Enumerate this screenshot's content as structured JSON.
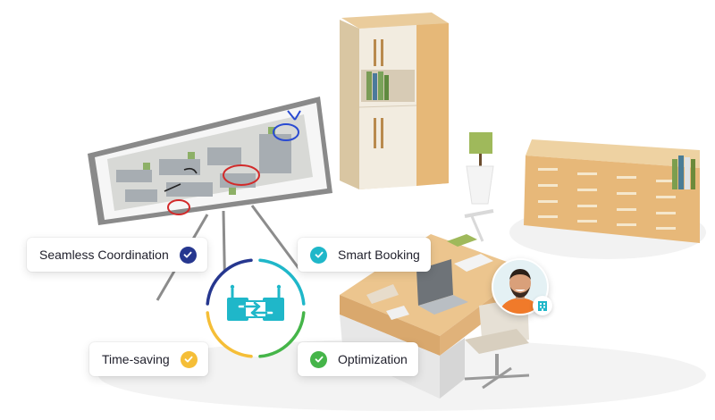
{
  "features": [
    {
      "label": "Seamless Coordination",
      "icon": "check-circle-icon",
      "color": "#26378f"
    },
    {
      "label": "Smart Booking",
      "icon": "check-circle-icon",
      "color": "#1fb7c9"
    },
    {
      "label": "Time-saving",
      "icon": "check-circle-icon",
      "color": "#f5be37"
    },
    {
      "label": "Optimization",
      "icon": "check-circle-icon",
      "color": "#45b549"
    }
  ],
  "hub": {
    "icon": "connection-hub-icon",
    "colors": [
      "#1fb7c9",
      "#26378f",
      "#f5be37",
      "#45b549"
    ]
  },
  "scene": {
    "illustration": "office-scene-illustration",
    "wood_color": "#e9b978",
    "cabinet_color": "#f3ead8"
  },
  "avatar": {
    "icon": "user-avatar-icon",
    "badge_icon": "building-icon",
    "badge_color": "#1fb7c9"
  }
}
